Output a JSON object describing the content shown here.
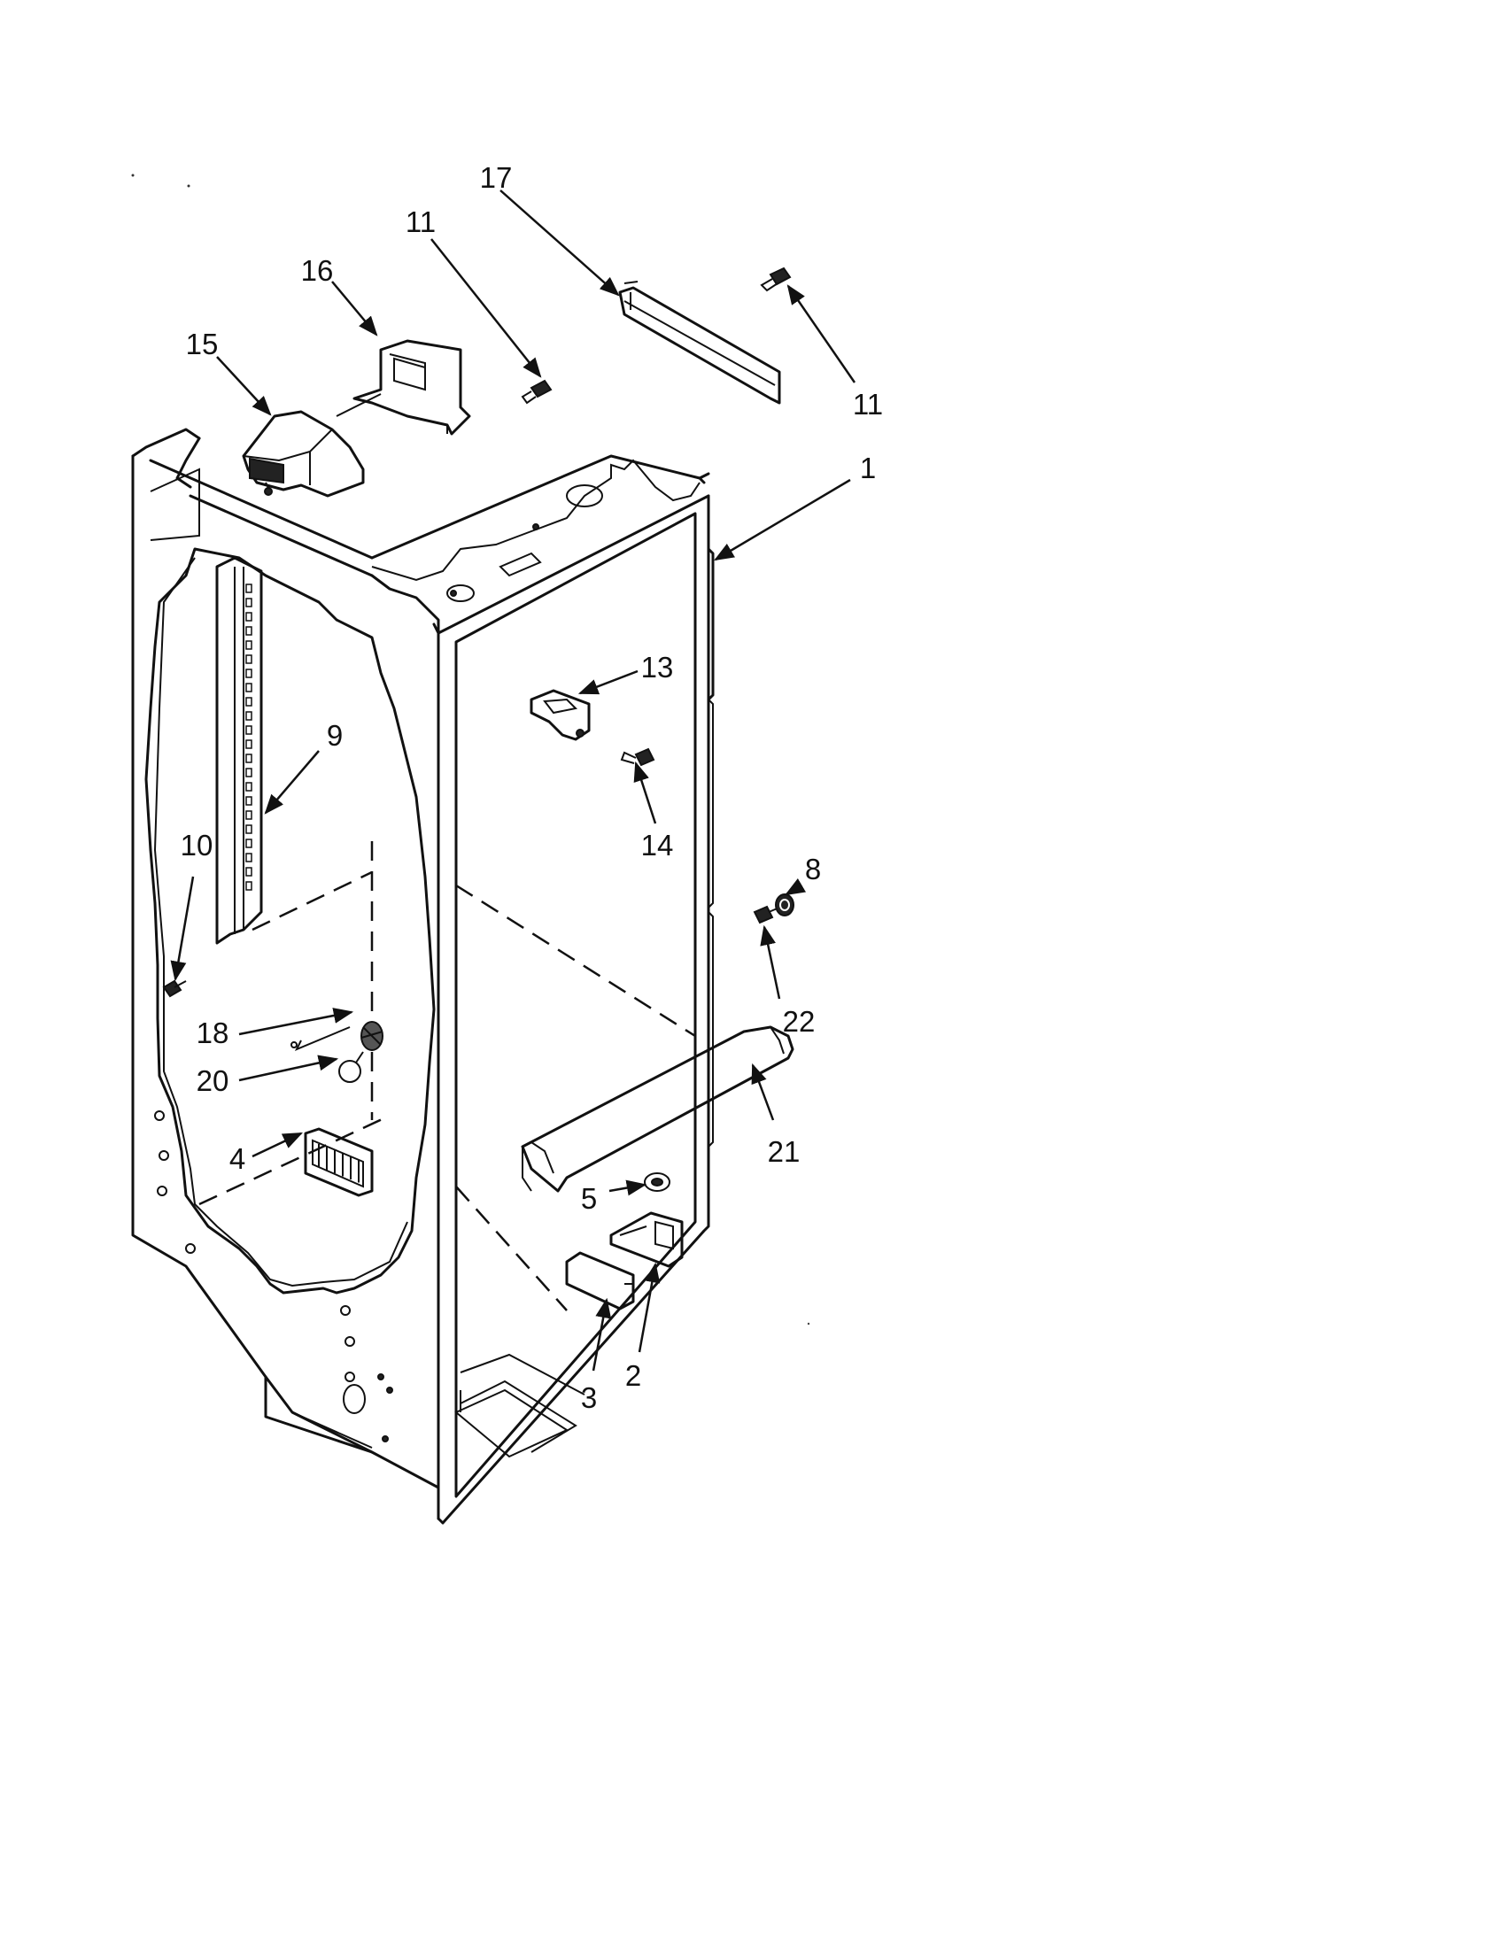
{
  "callouts": {
    "c1": "1",
    "c2": "2",
    "c3": "3",
    "c4": "4",
    "c5": "5",
    "c8": "8",
    "c9": "9",
    "c10": "10",
    "c11a": "11",
    "c11b": "11",
    "c13": "13",
    "c14": "14",
    "c15": "15",
    "c16": "16",
    "c17": "17",
    "c18": "18",
    "c20": "20",
    "c21": "21",
    "c22": "22"
  },
  "colors": {
    "ink": "#111111",
    "background": "#ffffff"
  }
}
